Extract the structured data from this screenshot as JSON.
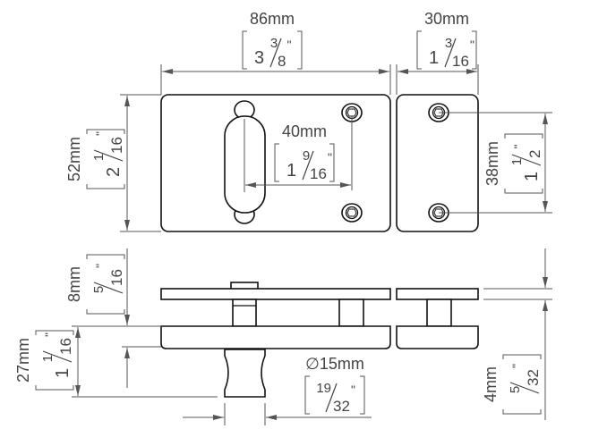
{
  "title": "Latch dimension drawing",
  "colors": {
    "outline": "#111111",
    "dimension": "#555555",
    "text": "#444444"
  },
  "dimensions": [
    {
      "id": "width-main",
      "mm": "86mm",
      "whole": "3",
      "num": "3",
      "den": "8"
    },
    {
      "id": "width-keeper",
      "mm": "30mm",
      "whole": "1",
      "num": "3",
      "den": "16"
    },
    {
      "id": "height",
      "mm": "52mm",
      "whole": "2",
      "num": "1",
      "den": "16"
    },
    {
      "id": "handle-to-screw",
      "mm": "40mm",
      "whole": "1",
      "num": "9",
      "den": "16"
    },
    {
      "id": "screw-spacing",
      "mm": "38mm",
      "whole": "1",
      "num": "1",
      "den": "2"
    },
    {
      "id": "plate-thickness",
      "mm": "8mm",
      "whole": "",
      "num": "5",
      "den": "16"
    },
    {
      "id": "knob-height",
      "mm": "27mm",
      "whole": "1",
      "num": "1",
      "den": "16"
    },
    {
      "id": "gap",
      "mm": "4mm",
      "whole": "",
      "num": "5",
      "den": "32"
    },
    {
      "id": "knob-diameter",
      "mm": "15mm",
      "prefix": "∅",
      "whole": "",
      "num": "19",
      "den": "32"
    }
  ]
}
